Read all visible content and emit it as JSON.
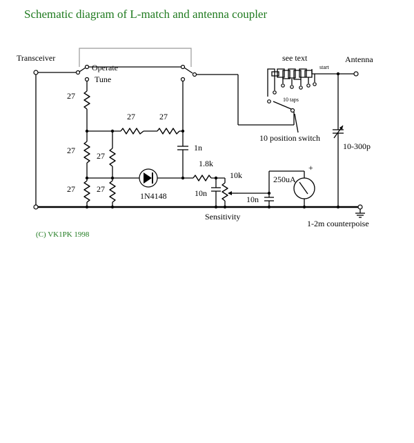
{
  "title": "Schematic diagram of L-match and antenna coupler",
  "copyright": "(C) VK1PK 1998",
  "labels": {
    "transceiver": "Transceiver",
    "operate": "Operate",
    "tune": "Tune",
    "see_text": "see text",
    "start": "start",
    "antenna": "Antenna",
    "taps": "10 taps",
    "switch": "10 position switch",
    "cap_var": "10-300p",
    "cap_1n": "1n",
    "r_1k8": "1.8k",
    "pot_10k": "10k",
    "cap_10n_a": "10n",
    "cap_10n_b": "10n",
    "meter": "250uA",
    "meter_plus": "+",
    "diode": "1N4148",
    "sensitivity": "Sensitivity",
    "counterpoise": "1-2m counterpoise",
    "r27_a": "27",
    "r27_b": "27",
    "r27_c": "27",
    "r27_d": "27",
    "r27_e": "27",
    "r27_f": "27",
    "r27_g": "27"
  },
  "colors": {
    "title": "#1f7a1f",
    "wire": "#000000",
    "link": "#999999"
  }
}
